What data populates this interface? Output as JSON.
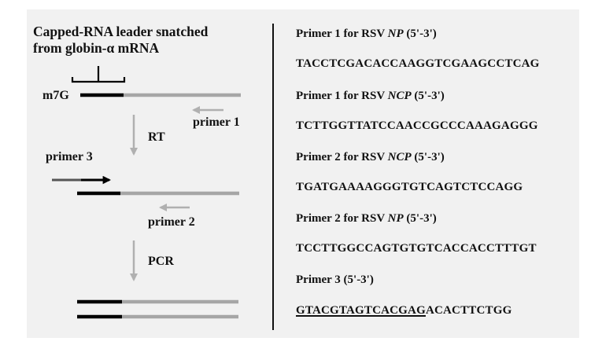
{
  "diagram": {
    "title_line1": "Capped-RNA leader snatched",
    "title_line2": "from globin-α mRNA",
    "cap_label": "m7G",
    "primer1_label": "primer 1",
    "rt_label": "RT",
    "primer3_label": "primer 3",
    "primer2_label": "primer 2",
    "pcr_label": "PCR"
  },
  "primers": [
    {
      "header_prefix": "Primer 1 for RSV ",
      "header_gene": "NP",
      "header_suffix": " (5'-3')",
      "sequence": "TACCTCGACACCAAGGTCGAAGCCTCAG"
    },
    {
      "header_prefix": "Primer 1 for RSV ",
      "header_gene": "NCP",
      "header_suffix": " (5'-3')",
      "sequence": "TCTTGGTTATCCAACCGCCCAAAGAGGG"
    },
    {
      "header_prefix": "Primer 2 for RSV ",
      "header_gene": "NCP",
      "header_suffix": " (5'-3')",
      "sequence": "TGATGAAAAGGGTGTCAGTCTCCAGG"
    },
    {
      "header_prefix": "Primer 2 for RSV ",
      "header_gene": "NP",
      "header_suffix": " (5'-3')",
      "sequence": "TCCTTGGCCAGTGTGTCACCACCTTTGT"
    }
  ],
  "primer3": {
    "header": "Primer 3 (5'-3')",
    "sequence_underlined": "GTACGTAGTCACGAG",
    "sequence_rest": "ACACTTCTGG"
  },
  "colors": {
    "leader": "#000000",
    "rna": "#a6a6a6",
    "arrow_gray": "#b0b0b0",
    "primer3_tail": "#555555",
    "background": "#f1f1f1"
  }
}
